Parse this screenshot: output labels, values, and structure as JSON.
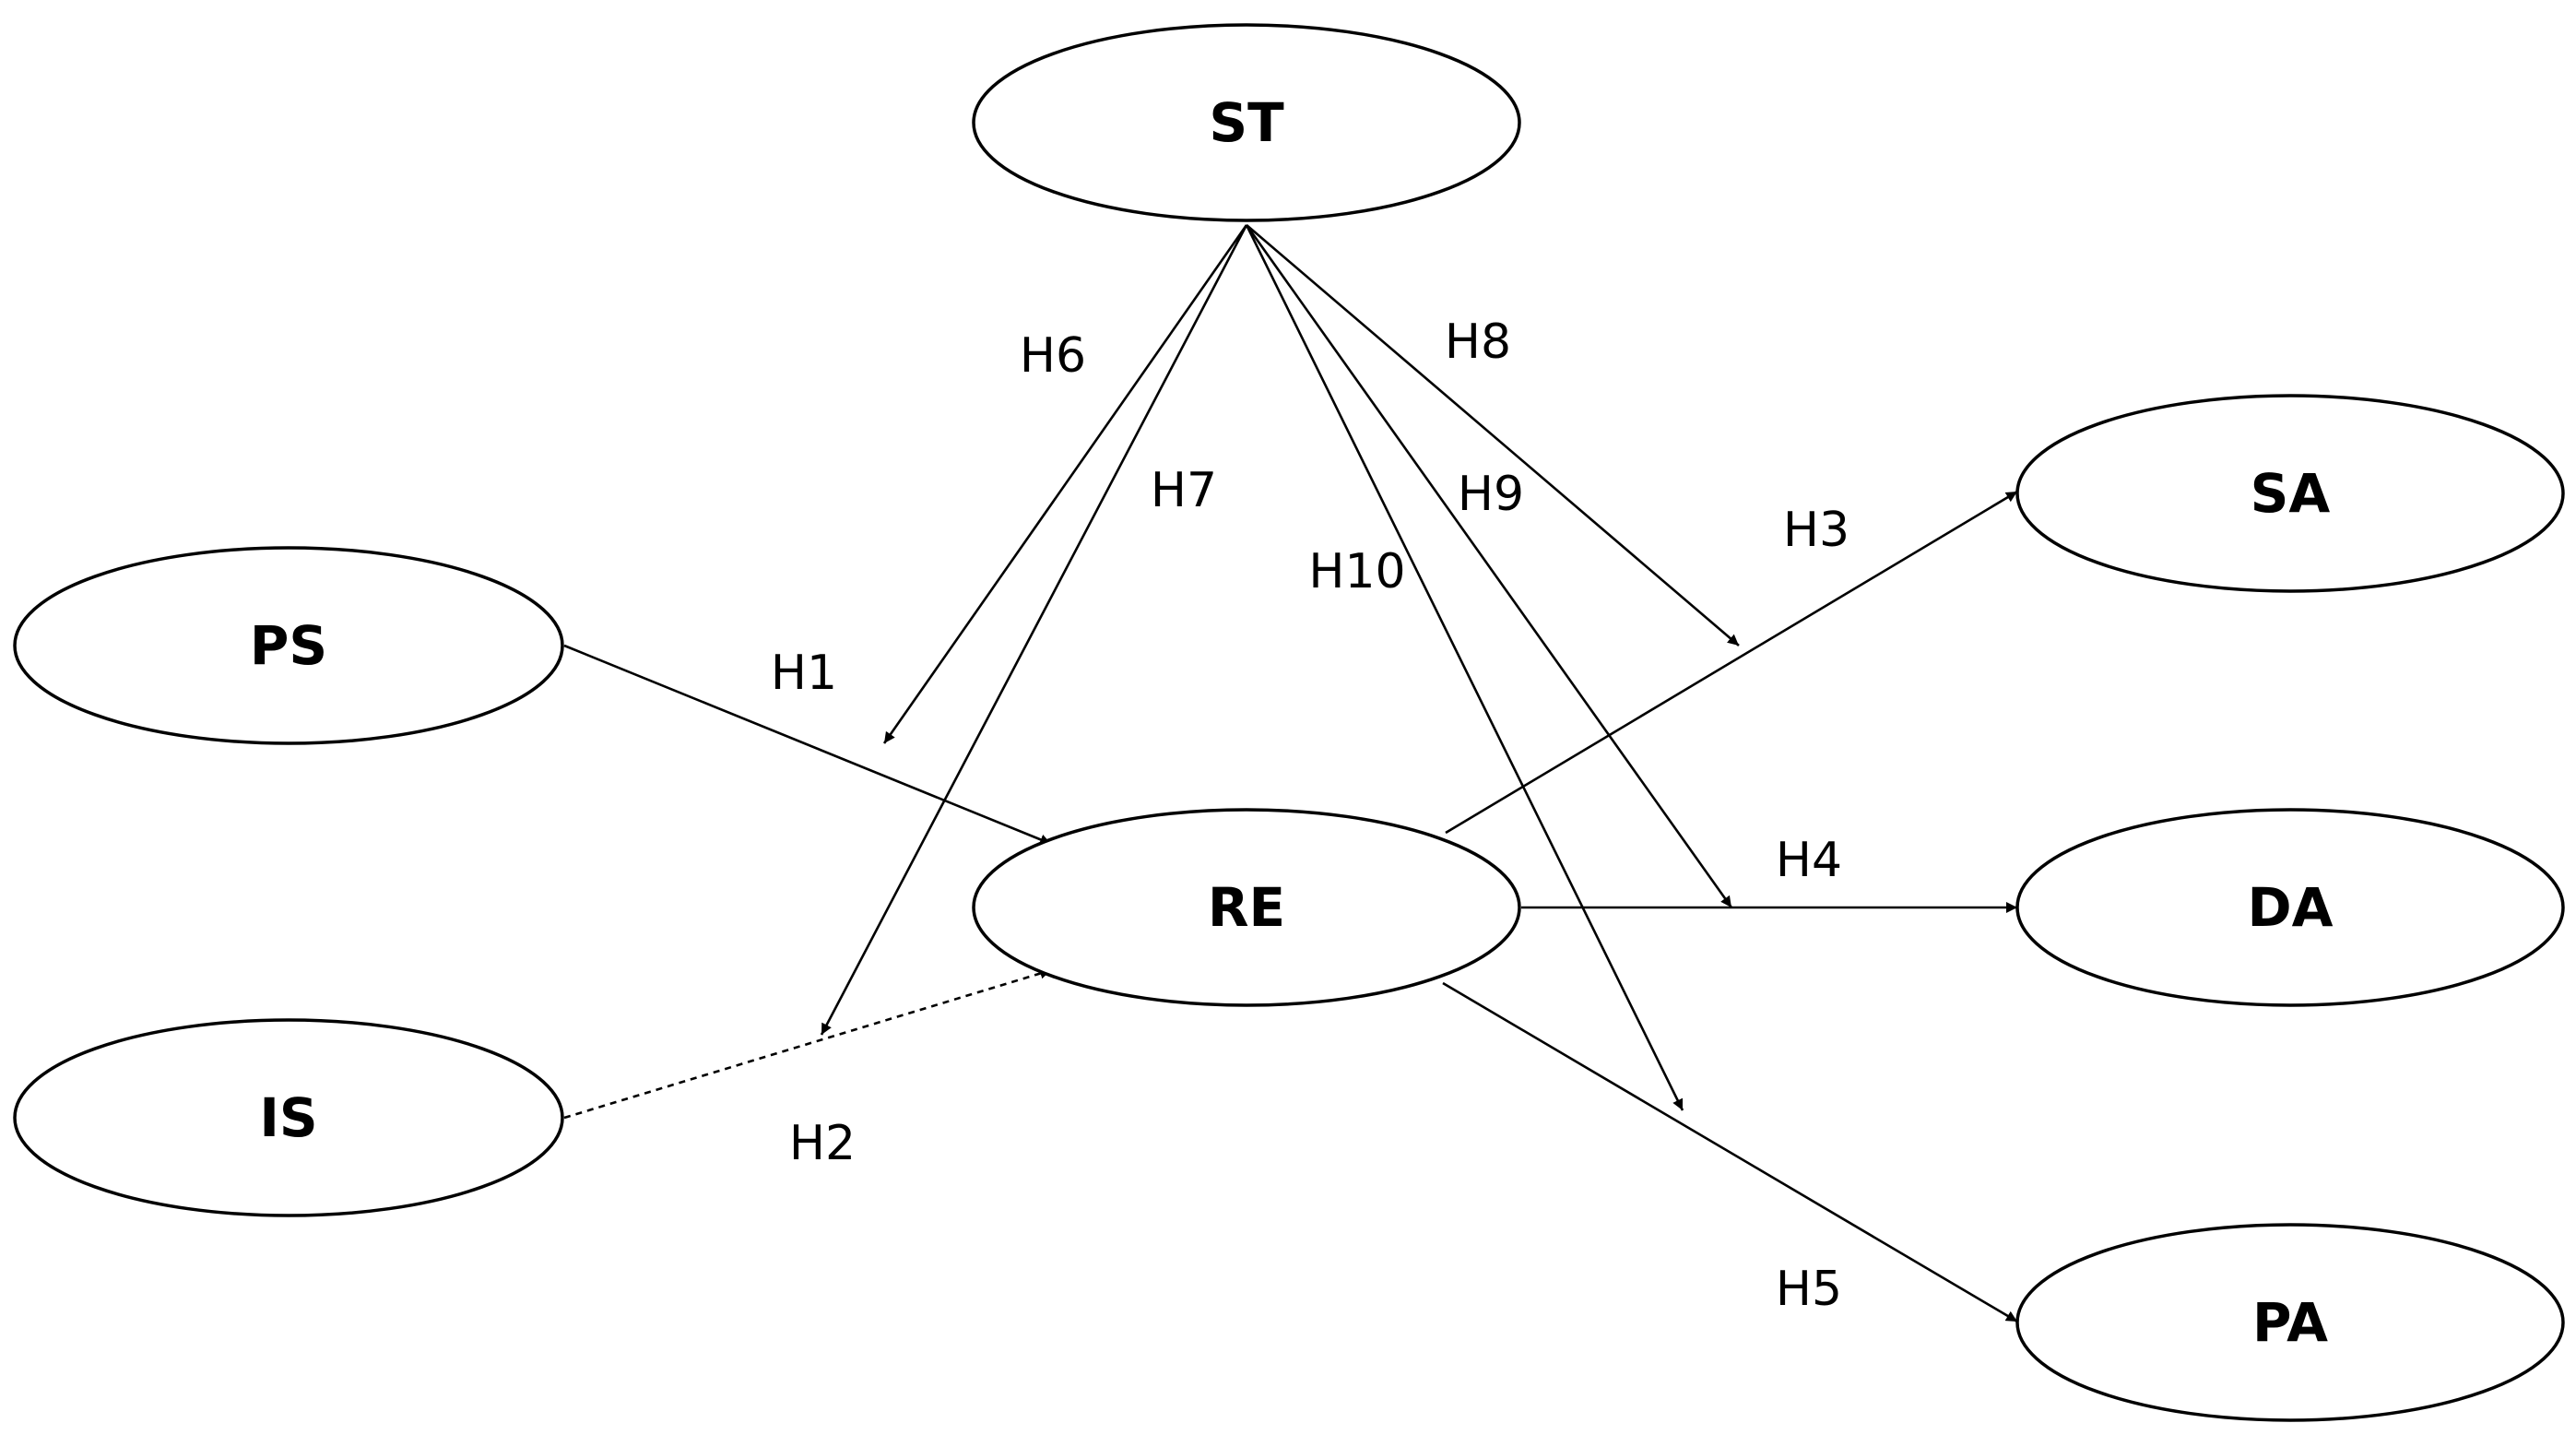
{
  "nodes": {
    "st": "ST",
    "ps": "PS",
    "is": "IS",
    "re": "RE",
    "sa": "SA",
    "da": "DA",
    "pa": "PA"
  },
  "hypotheses": {
    "h1": "H1",
    "h2": "H2",
    "h3": "H3",
    "h4": "H4",
    "h5": "H5",
    "h6": "H6",
    "h7": "H7",
    "h8": "H8",
    "h9": "H9",
    "h10": "H10"
  },
  "edges": [
    {
      "from": "PS",
      "to": "RE",
      "label": "H1",
      "style": "solid"
    },
    {
      "from": "IS",
      "to": "RE",
      "label": "H2",
      "style": "dashed"
    },
    {
      "from": "RE",
      "to": "SA",
      "label": "H3",
      "style": "solid"
    },
    {
      "from": "RE",
      "to": "DA",
      "label": "H4",
      "style": "solid"
    },
    {
      "from": "RE",
      "to": "PA",
      "label": "H5",
      "style": "solid"
    },
    {
      "from": "ST",
      "to": "H1",
      "label": "H6",
      "style": "solid"
    },
    {
      "from": "ST",
      "to": "H2",
      "label": "H7",
      "style": "solid"
    },
    {
      "from": "ST",
      "to": "H3",
      "label": "H8",
      "style": "solid"
    },
    {
      "from": "ST",
      "to": "H4",
      "label": "H9",
      "style": "solid"
    },
    {
      "from": "ST",
      "to": "H5",
      "label": "H10",
      "style": "solid"
    }
  ]
}
